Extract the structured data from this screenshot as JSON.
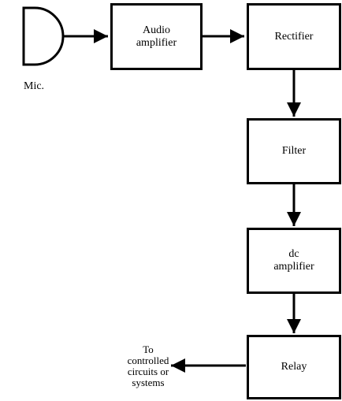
{
  "diagram": {
    "mic_label": "Mic.",
    "blocks": {
      "audio_amplifier": {
        "line1": "Audio",
        "line2": "amplifier"
      },
      "rectifier": {
        "label": "Rectifier"
      },
      "filter": {
        "label": "Filter"
      },
      "dc_amplifier": {
        "line1": "dc",
        "line2": "amplifier"
      },
      "relay": {
        "label": "Relay"
      }
    },
    "output": {
      "line1": "To",
      "line2": "controlled",
      "line3": "circuits or",
      "line4": "systems"
    }
  }
}
